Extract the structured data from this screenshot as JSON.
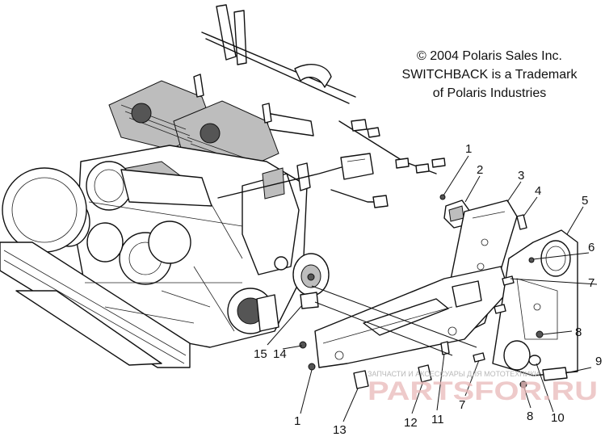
{
  "copyright": {
    "line1": "© 2004 Polaris Sales Inc.",
    "line2": "SWITCHBACK is a Trademark",
    "line3": "of Polaris Industries"
  },
  "callouts": {
    "c1_top": "1",
    "c2": "2",
    "c3": "3",
    "c4": "4",
    "c5": "5",
    "c6": "6",
    "c7_right": "7",
    "c8_right": "8",
    "c9": "9",
    "c10": "10",
    "c8_bottom": "8",
    "c7_bottom": "7",
    "c11": "11",
    "c12": "12",
    "c13": "13",
    "c1_bottom": "1",
    "c14": "14",
    "c15": "15"
  },
  "watermark": {
    "brand": "PARTSFOR.RU",
    "tagline": "ЗАПЧАСТИ И АКСЕССУАРЫ ДЛЯ МОТОТЕХНИКИ"
  }
}
